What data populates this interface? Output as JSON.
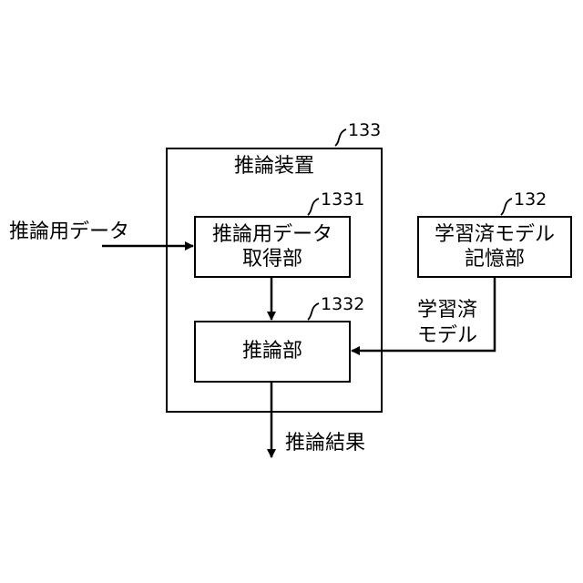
{
  "diagram": {
    "input_label": "推論用データ",
    "output_label": "推論結果",
    "inference_device": {
      "ref": "133",
      "title": "推論装置"
    },
    "data_acquisition_unit": {
      "ref": "1331",
      "line1": "推論用データ",
      "line2": "取得部"
    },
    "inference_unit": {
      "ref": "1332",
      "label": "推論部"
    },
    "model_storage_unit": {
      "ref": "132",
      "line1": "学習済モデル",
      "line2": "記憶部"
    },
    "model_arrow_label": {
      "line1": "学習済",
      "line2": "モデル"
    }
  }
}
